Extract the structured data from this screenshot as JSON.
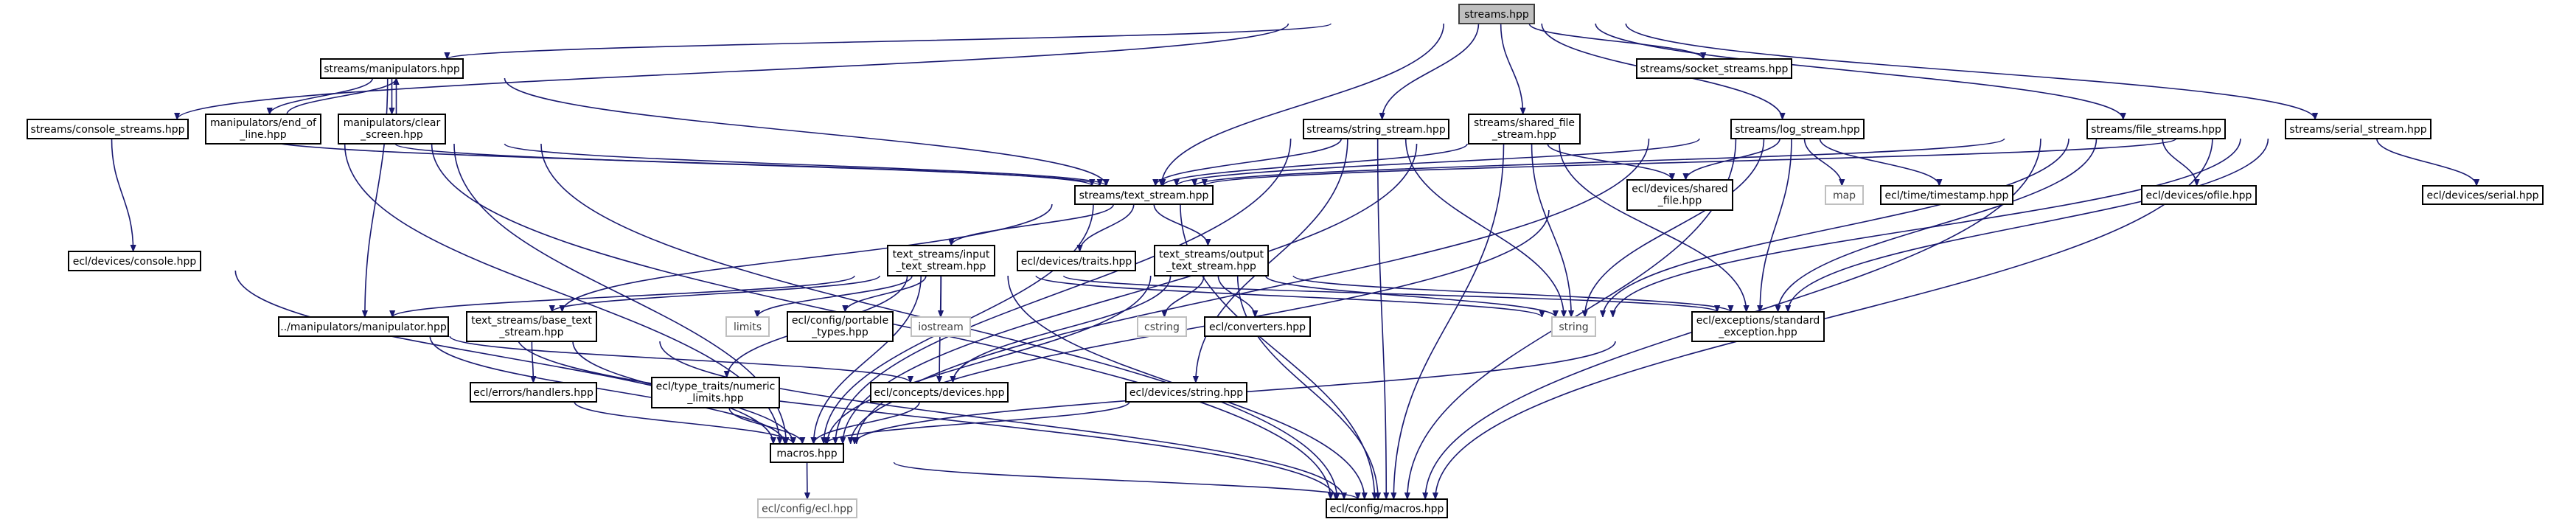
{
  "graph": {
    "nodes": [
      {
        "id": "streams",
        "label": [
          "streams.hpp"
        ],
        "style": "root"
      },
      {
        "id": "manipulators",
        "label": [
          "streams/manipulators.hpp"
        ],
        "style": "normal"
      },
      {
        "id": "console_streams",
        "label": [
          "streams/console_streams.hpp"
        ],
        "style": "normal"
      },
      {
        "id": "end_of_line",
        "label": [
          "manipulators/end_of",
          "_line.hpp"
        ],
        "style": "normal"
      },
      {
        "id": "clear_screen",
        "label": [
          "manipulators/clear",
          "_screen.hpp"
        ],
        "style": "normal"
      },
      {
        "id": "socket_streams",
        "label": [
          "streams/socket_streams.hpp"
        ],
        "style": "normal"
      },
      {
        "id": "string_stream",
        "label": [
          "streams/string_stream.hpp"
        ],
        "style": "normal"
      },
      {
        "id": "shared_file_stream",
        "label": [
          "streams/shared_file",
          "_stream.hpp"
        ],
        "style": "normal"
      },
      {
        "id": "log_stream",
        "label": [
          "streams/log_stream.hpp"
        ],
        "style": "normal"
      },
      {
        "id": "file_streams",
        "label": [
          "streams/file_streams.hpp"
        ],
        "style": "normal"
      },
      {
        "id": "serial_stream",
        "label": [
          "streams/serial_stream.hpp"
        ],
        "style": "normal"
      },
      {
        "id": "text_stream",
        "label": [
          "streams/text_stream.hpp"
        ],
        "style": "normal"
      },
      {
        "id": "shared_file",
        "label": [
          "ecl/devices/shared",
          "_file.hpp"
        ],
        "style": "normal"
      },
      {
        "id": "map",
        "label": [
          "map"
        ],
        "style": "external"
      },
      {
        "id": "timestamp",
        "label": [
          "ecl/time/timestamp.hpp"
        ],
        "style": "normal"
      },
      {
        "id": "ofile",
        "label": [
          "ecl/devices/ofile.hpp"
        ],
        "style": "normal"
      },
      {
        "id": "serial",
        "label": [
          "ecl/devices/serial.hpp"
        ],
        "style": "normal"
      },
      {
        "id": "console",
        "label": [
          "ecl/devices/console.hpp"
        ],
        "style": "normal"
      },
      {
        "id": "input",
        "label": [
          "text_streams/input",
          "_text_stream.hpp"
        ],
        "style": "normal"
      },
      {
        "id": "traits",
        "label": [
          "ecl/devices/traits.hpp"
        ],
        "style": "normal"
      },
      {
        "id": "output",
        "label": [
          "text_streams/output",
          "_text_stream.hpp"
        ],
        "style": "normal"
      },
      {
        "id": "manipulator",
        "label": [
          "../manipulators/manipulator.hpp"
        ],
        "style": "normal"
      },
      {
        "id": "base_text_stream",
        "label": [
          "text_streams/base_text",
          "_stream.hpp"
        ],
        "style": "normal"
      },
      {
        "id": "limits",
        "label": [
          "limits"
        ],
        "style": "external"
      },
      {
        "id": "portable_types",
        "label": [
          "ecl/config/portable",
          "_types.hpp"
        ],
        "style": "normal"
      },
      {
        "id": "iostream",
        "label": [
          "iostream"
        ],
        "style": "external"
      },
      {
        "id": "cstring",
        "label": [
          "cstring"
        ],
        "style": "external"
      },
      {
        "id": "converters",
        "label": [
          "ecl/converters.hpp"
        ],
        "style": "normal"
      },
      {
        "id": "string",
        "label": [
          "string"
        ],
        "style": "external"
      },
      {
        "id": "standard_exception",
        "label": [
          "ecl/exceptions/standard",
          "_exception.hpp"
        ],
        "style": "normal"
      },
      {
        "id": "handlers",
        "label": [
          "ecl/errors/handlers.hpp"
        ],
        "style": "normal"
      },
      {
        "id": "numeric_limits",
        "label": [
          "ecl/type_traits/numeric",
          "_limits.hpp"
        ],
        "style": "normal"
      },
      {
        "id": "concepts_devices",
        "label": [
          "ecl/concepts/devices.hpp"
        ],
        "style": "normal"
      },
      {
        "id": "devices_string",
        "label": [
          "ecl/devices/string.hpp"
        ],
        "style": "normal"
      },
      {
        "id": "macros",
        "label": [
          "macros.hpp"
        ],
        "style": "normal"
      },
      {
        "id": "config_macros",
        "label": [
          "ecl/config/macros.hpp"
        ],
        "style": "normal"
      },
      {
        "id": "config_ecl",
        "label": [
          "ecl/config/ecl.hpp"
        ],
        "style": "external"
      }
    ],
    "edges": [
      [
        "streams",
        "manipulators"
      ],
      [
        "streams",
        "console_streams"
      ],
      [
        "streams",
        "socket_streams"
      ],
      [
        "streams",
        "text_stream"
      ],
      [
        "streams",
        "string_stream"
      ],
      [
        "streams",
        "shared_file_stream"
      ],
      [
        "streams",
        "log_stream"
      ],
      [
        "streams",
        "file_streams"
      ],
      [
        "streams",
        "serial_stream"
      ],
      [
        "manipulators",
        "end_of_line"
      ],
      [
        "manipulators",
        "clear_screen"
      ],
      [
        "manipulators",
        "manipulator"
      ],
      [
        "manipulators",
        "text_stream"
      ],
      [
        "end_of_line",
        "manipulators"
      ],
      [
        "end_of_line",
        "text_stream"
      ],
      [
        "end_of_line",
        "macros"
      ],
      [
        "end_of_line",
        "config_macros"
      ],
      [
        "clear_screen",
        "manipulators"
      ],
      [
        "clear_screen",
        "text_stream"
      ],
      [
        "clear_screen",
        "macros"
      ],
      [
        "clear_screen",
        "config_macros"
      ],
      [
        "console_streams",
        "text_stream"
      ],
      [
        "console_streams",
        "console"
      ],
      [
        "console",
        "macros"
      ],
      [
        "text_stream",
        "input"
      ],
      [
        "text_stream",
        "traits"
      ],
      [
        "text_stream",
        "output"
      ],
      [
        "text_stream",
        "base_text_stream"
      ],
      [
        "text_stream",
        "macros"
      ],
      [
        "text_stream",
        "config_macros"
      ],
      [
        "string_stream",
        "text_stream"
      ],
      [
        "string_stream",
        "devices_string"
      ],
      [
        "string_stream",
        "string"
      ],
      [
        "string_stream",
        "macros"
      ],
      [
        "string_stream",
        "config_macros"
      ],
      [
        "shared_file_stream",
        "text_stream"
      ],
      [
        "shared_file_stream",
        "shared_file"
      ],
      [
        "shared_file_stream",
        "string"
      ],
      [
        "shared_file_stream",
        "standard_exception"
      ],
      [
        "shared_file_stream",
        "macros"
      ],
      [
        "shared_file_stream",
        "config_macros"
      ],
      [
        "log_stream",
        "text_stream"
      ],
      [
        "log_stream",
        "shared_file"
      ],
      [
        "log_stream",
        "map"
      ],
      [
        "log_stream",
        "timestamp"
      ],
      [
        "log_stream",
        "string"
      ],
      [
        "log_stream",
        "standard_exception"
      ],
      [
        "log_stream",
        "macros"
      ],
      [
        "log_stream",
        "config_macros"
      ],
      [
        "file_streams",
        "text_stream"
      ],
      [
        "file_streams",
        "ofile"
      ],
      [
        "file_streams",
        "string"
      ],
      [
        "file_streams",
        "standard_exception"
      ],
      [
        "file_streams",
        "config_macros"
      ],
      [
        "serial_stream",
        "text_stream"
      ],
      [
        "serial_stream",
        "serial"
      ],
      [
        "serial_stream",
        "string"
      ],
      [
        "serial_stream",
        "standard_exception"
      ],
      [
        "serial_stream",
        "config_macros"
      ],
      [
        "shared_file",
        "macros"
      ],
      [
        "input",
        "manipulator"
      ],
      [
        "input",
        "base_text_stream"
      ],
      [
        "input",
        "limits"
      ],
      [
        "input",
        "portable_types"
      ],
      [
        "input",
        "iostream"
      ],
      [
        "input",
        "concepts_devices"
      ],
      [
        "input",
        "string"
      ],
      [
        "input",
        "standard_exception"
      ],
      [
        "input",
        "numeric_limits"
      ],
      [
        "input",
        "macros"
      ],
      [
        "input",
        "config_macros"
      ],
      [
        "output",
        "cstring"
      ],
      [
        "output",
        "converters"
      ],
      [
        "output",
        "string"
      ],
      [
        "output",
        "standard_exception"
      ],
      [
        "output",
        "concepts_devices"
      ],
      [
        "output",
        "macros"
      ],
      [
        "output",
        "config_macros"
      ],
      [
        "base_text_stream",
        "handlers"
      ],
      [
        "base_text_stream",
        "macros"
      ],
      [
        "base_text_stream",
        "config_macros"
      ],
      [
        "manipulator",
        "concepts_devices"
      ],
      [
        "manipulator",
        "macros"
      ],
      [
        "manipulator",
        "config_macros"
      ],
      [
        "handlers",
        "macros"
      ],
      [
        "numeric_limits",
        "macros"
      ],
      [
        "concepts_devices",
        "macros"
      ],
      [
        "devices_string",
        "macros"
      ],
      [
        "standard_exception",
        "macros"
      ],
      [
        "macros",
        "config_ecl"
      ],
      [
        "macros",
        "config_macros"
      ]
    ]
  },
  "colors": {
    "edge": "#191970",
    "root_fill": "#bfbfbf",
    "external_border": "#bfbfbf"
  }
}
